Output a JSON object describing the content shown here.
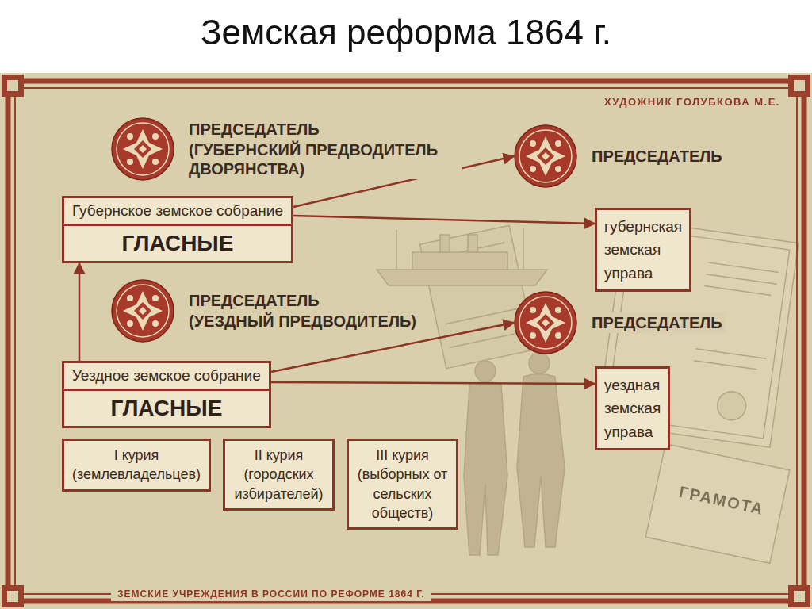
{
  "diagram": {
    "title": "Земская реформа 1864 г.",
    "caption": "ЗЕМСКИЕ УЧРЕЖДЕНИЯ В РОССИИ ПО РЕФОРМЕ 1864 Г.",
    "nodes": [
      {
        "text": [
          "ПРЕДСЕДАТЕЛЬ",
          "(ГУБЕРНСКИЙ ПРЕДВОДИТЕЛЬ ДВОРЯНСТВА)"
        ]
      },
      {
        "text": [
          "Губернское земское собрание",
          "ГЛАСНЫЕ"
        ]
      },
      {
        "text": [
          "ПРЕДСЕДАТЕЛЬ"
        ]
      },
      {
        "text": [
          "губернская земская управа"
        ]
      },
      {
        "text": [
          "ПРЕДСЕДАТЕЛЬ",
          "(УЕЗДНЫЙ ПРЕДВОДИТЕЛЬ)"
        ]
      },
      {
        "text": [
          "Уездное земское собрание",
          "ГЛАСНЫЕ"
        ]
      },
      {
        "text": [
          "ПРЕДСЕДАТЕЛЬ"
        ]
      },
      {
        "text": [
          "уездная земская управа"
        ]
      },
      {
        "text": [
          "I курия",
          "(землевладельцев)"
        ]
      },
      {
        "text": [
          "II курия",
          "(городских избирателей)"
        ]
      },
      {
        "text": [
          "III курия",
          "(выборных от сельских обществ)"
        ]
      }
    ],
    "edges": [
      {
        "from": 5,
        "to": 1,
        "arrow": "to"
      },
      {
        "from": 1,
        "to": 2,
        "arrow": "to"
      },
      {
        "from": 1,
        "to": 3,
        "arrow": "to"
      },
      {
        "from": 5,
        "to": 6,
        "arrow": "to"
      },
      {
        "from": 5,
        "to": 7,
        "arrow": "to"
      }
    ],
    "labels": [
      "ХУДОЖНИК ГОЛУБКОВА М.Е.",
      "ГРАМОТА"
    ]
  }
}
